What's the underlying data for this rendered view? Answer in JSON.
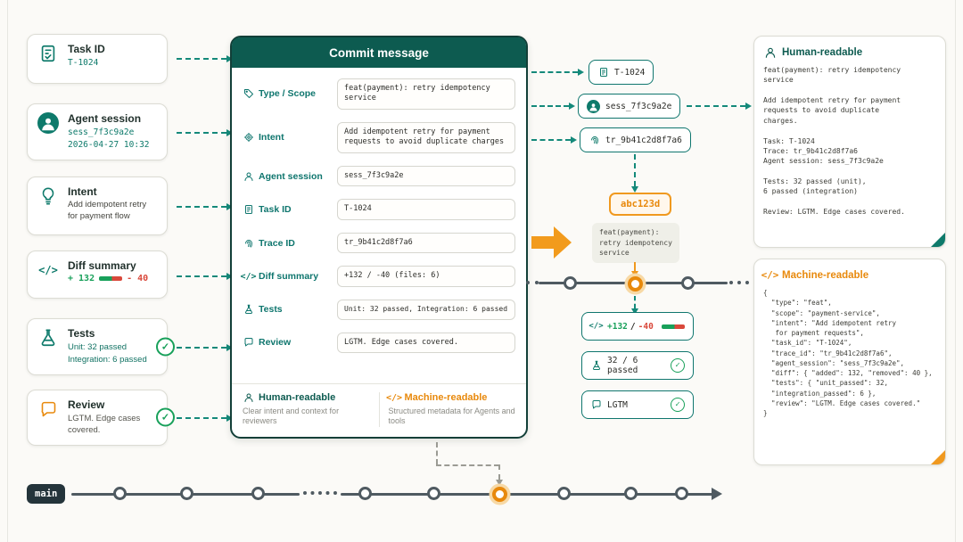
{
  "icons": {
    "check": "✓",
    "code": "</>"
  },
  "left_cards": [
    {
      "icon": "clipboard-check-icon",
      "title": "Task ID",
      "line1": "T-1024"
    },
    {
      "icon": "agent-avatar-icon",
      "title": "Agent session",
      "line1": "sess_7f3c9a2e",
      "line2": "2026-04-27 10:32"
    },
    {
      "icon": "lightbulb-icon",
      "title": "Intent",
      "line1": "Add idempotent retry",
      "line2": "for payment flow"
    },
    {
      "icon": "code-icon",
      "title": "Diff summary",
      "added": "+ 132",
      "removed": "- 40"
    },
    {
      "icon": "flask-icon",
      "title": "Tests",
      "line1": "Unit: 32 passed",
      "line2": "Integration: 6 passed"
    },
    {
      "icon": "chat-bubble-icon",
      "title": "Review",
      "line1": "LGTM. Edge cases",
      "line2": "covered."
    }
  ],
  "commit": {
    "title": "Commit message",
    "rows": [
      {
        "label": "Type / Scope",
        "value": "feat(payment): retry idempotency service"
      },
      {
        "label": "Intent",
        "value": "Add idempotent retry for payment requests to avoid duplicate charges"
      },
      {
        "label": "Agent session",
        "value": "sess_7f3c9a2e"
      },
      {
        "label": "Task ID",
        "value": "T-1024"
      },
      {
        "label": "Trace ID",
        "value": "tr_9b41c2d8f7a6"
      },
      {
        "label": "Diff summary",
        "value": "+132 / -40 (files: 6)"
      },
      {
        "label": "Tests",
        "value": "Unit: 32 passed, Integration: 6 passed"
      },
      {
        "label": "Review",
        "value": "LGTM. Edge cases covered."
      }
    ],
    "footer": {
      "human_title": "Human-readable",
      "human_desc": "Clear intent and context for reviewers",
      "machine_title": "Machine-readable",
      "machine_desc": "Structured metadata for Agents and tools"
    }
  },
  "middle": {
    "chip_task": "T-1024",
    "chip_session": "sess_7f3c9a2e",
    "chip_trace": "tr_9b41c2d8f7a6",
    "commit_hash": "abc123d",
    "hash_note": "feat(payment):\nretry idempotency\nservice",
    "diff_added": "+132",
    "diff_sep": "/",
    "diff_removed": "-40",
    "tests_chip": "32 / 6 passed",
    "review_chip": "LGTM"
  },
  "right": {
    "human_title": "Human-readable",
    "human_text": "feat(payment): retry idempotency\nservice\n\nAdd idempotent retry for payment\nrequests to avoid duplicate\ncharges.\n\nTask: T-1024\nTrace: tr_9b41c2d8f7a6\nAgent session: sess_7f3c9a2e\n\nTests: 32 passed (unit),\n6 passed (integration)\n\nReview: LGTM. Edge cases covered.",
    "machine_title": "Machine-readable",
    "machine_text": "{\n  \"type\": \"feat\",\n  \"scope\": \"payment-service\",\n  \"intent\": \"Add idempotent retry\n   for payment requests\",\n  \"task_id\": \"T-1024\",\n  \"trace_id\": \"tr_9b41c2d8f7a6\",\n  \"agent_session\": \"sess_7f3c9a2e\",\n  \"diff\": { \"added\": 132, \"removed\": 40 },\n  \"tests\": { \"unit_passed\": 32,\n  \"integration_passed\": 6 },\n  \"review\": \"LGTM. Edge cases covered.\"\n}"
  },
  "bottom": {
    "branch_label": "main"
  }
}
